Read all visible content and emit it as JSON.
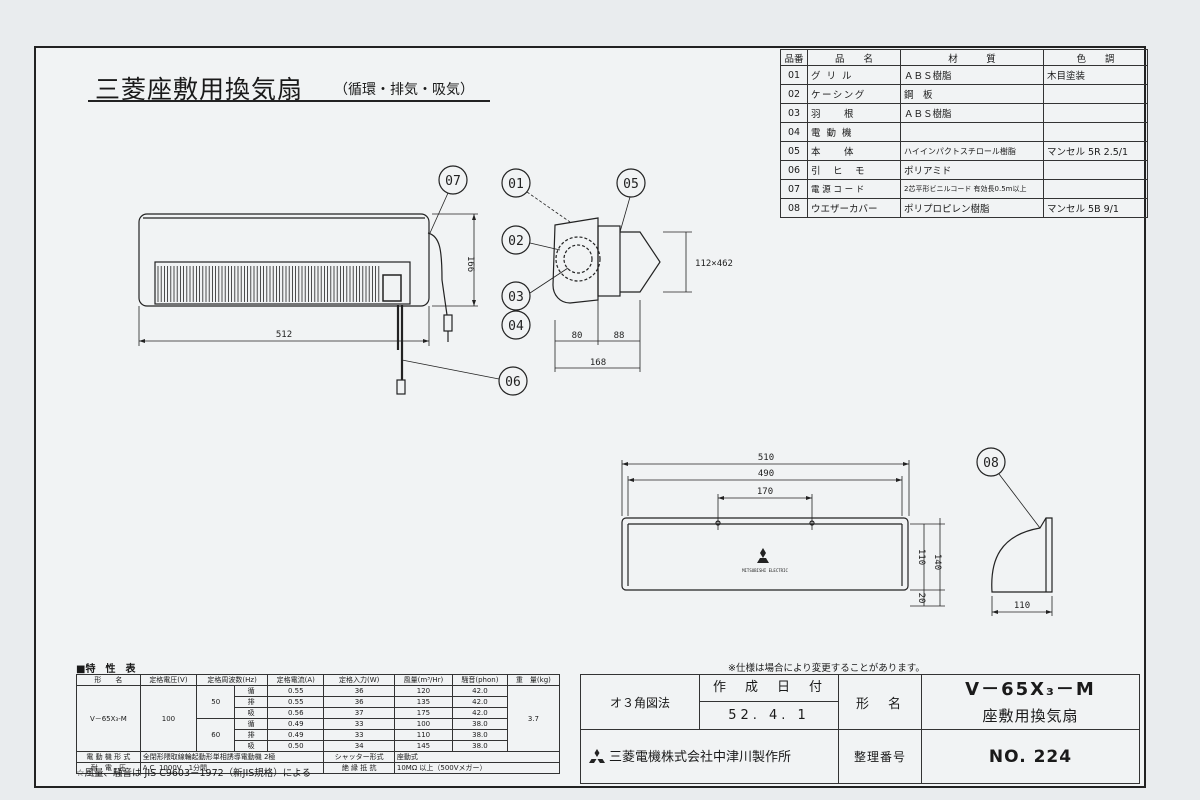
{
  "title": "三菱座敷用換気扇",
  "subtitle": "（循環・排気・吸気）",
  "labels": {
    "p01": "01",
    "p02": "02",
    "p03": "03",
    "p04": "04",
    "p05": "05",
    "p06": "06",
    "p07": "07",
    "p08": "08"
  },
  "dims": {
    "width_512": "512",
    "height_166": "166",
    "size_112x462": "112×462",
    "d80": "80",
    "d88": "88",
    "d168": "168",
    "d510": "510",
    "d490": "490",
    "d170": "170",
    "d110a": "110",
    "d140": "140",
    "d20": "20",
    "d110b": "110"
  },
  "brand_small": "MITSUBISHI ELECTRIC",
  "parts_table": {
    "headers": [
      "品番",
      "品　　名",
      "材　　　質",
      "色　　調"
    ],
    "rows": [
      {
        "no": "01",
        "name": "グ リ ル",
        "material": "ＡＢＳ樹脂",
        "color": "木目塗装"
      },
      {
        "no": "02",
        "name": "ケーシング",
        "material": "鋼　板",
        "color": ""
      },
      {
        "no": "03",
        "name": "羽　　根",
        "material": "ＡＢＳ樹脂",
        "color": ""
      },
      {
        "no": "04",
        "name": "電 動 機",
        "material": "",
        "color": ""
      },
      {
        "no": "05",
        "name": "本　　体",
        "material": "ハイインパクトスチロール樹脂",
        "color": "マンセル 5R 2.5/1"
      },
      {
        "no": "06",
        "name": "引　ヒ　モ",
        "material": "ポリアミド",
        "color": ""
      },
      {
        "no": "07",
        "name": "電 源 コ ー ド",
        "material": "2芯平形ビニルコード 有効長0.5m以上",
        "color": ""
      },
      {
        "no": "08",
        "name": "ウエザーカバー",
        "material": "ポリプロピレン樹脂",
        "color": "マンセル 5B 9/1"
      }
    ]
  },
  "spec": {
    "heading": "■特　性　表",
    "header": [
      "形　　名",
      "定格電圧(V)",
      "定格周波数(Hz)",
      "",
      "定格電流(A)",
      "定格入力(W)",
      "風量(m³/Hr)",
      "騒音(phon)",
      "重　量(kg)"
    ],
    "model": "V－65X₃-M",
    "voltage": "100",
    "freq_50": "50",
    "freq_60": "60",
    "weight": "3.7",
    "rows": [
      {
        "mode": "循",
        "current": "0.55",
        "input": "36",
        "air": "120",
        "noise": "42.0"
      },
      {
        "mode": "排",
        "current": "0.55",
        "input": "36",
        "air": "135",
        "noise": "42.0"
      },
      {
        "mode": "吸",
        "current": "0.56",
        "input": "37",
        "air": "175",
        "noise": "42.0"
      },
      {
        "mode": "循",
        "current": "0.49",
        "input": "33",
        "air": "100",
        "noise": "38.0"
      },
      {
        "mode": "排",
        "current": "0.49",
        "input": "33",
        "air": "110",
        "noise": "38.0"
      },
      {
        "mode": "吸",
        "current": "0.50",
        "input": "34",
        "air": "145",
        "noise": "38.0"
      }
    ],
    "motor_label": "電 動 機 形 式",
    "motor_value": "全閉形隈取線輪起動形単相誘導電動機 2極",
    "shutter_label": "シャッター形式",
    "shutter_value": "座動式",
    "withstand_label": "耐　電　圧",
    "withstand_value": "A.C. 1000V　1分間",
    "insulation_label": "絶 縁 抵 抗",
    "insulation_value": "10MΩ 以上（500Vメガー）",
    "note": "☆風量、騒音は JIS C9603－1972（新JIS規格）による"
  },
  "change_note": "※仕様は場合により変更することがあります。",
  "title_block": {
    "projection": "オ３角図法",
    "date_label": "作　成　日　付",
    "date": "52. 4. 1",
    "model_label": "形　名",
    "model": "V－65X₃－M",
    "product": "座敷用換気扇",
    "company": "三菱電機株式会社中津川製作所",
    "number_label": "整理番号",
    "number": "NO. 224"
  }
}
